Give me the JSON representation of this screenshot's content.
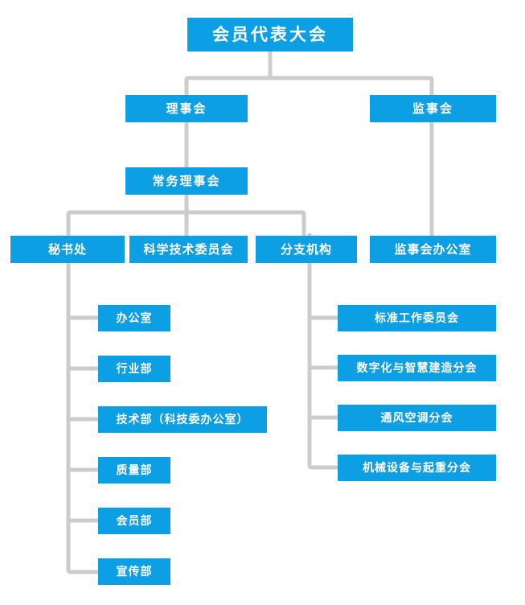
{
  "diagram": {
    "type": "organization-chart",
    "language": "zh-CN",
    "colors": {
      "node_fill": "#0d9fe4",
      "node_text": "#ffffff",
      "connector": "#cccccc",
      "background": "#ffffff"
    },
    "root": {
      "label": "会员代表大会"
    },
    "level2": [
      {
        "label": "理事会"
      },
      {
        "label": "监事会"
      }
    ],
    "level3": [
      {
        "label": "常务理事会"
      }
    ],
    "level4": [
      {
        "label": "秘书处"
      },
      {
        "label": "科学技术委员会"
      },
      {
        "label": "分支机构"
      },
      {
        "label": "监事会办公室"
      }
    ],
    "secretariat_departments": [
      {
        "label": "办公室"
      },
      {
        "label": "行业部"
      },
      {
        "label": "技术部（科技委办公室）"
      },
      {
        "label": "质量部"
      },
      {
        "label": "会员部"
      },
      {
        "label": "宣传部"
      }
    ],
    "branch_organizations": [
      {
        "label": "标准工作委员会"
      },
      {
        "label": "数字化与智慧建造分会"
      },
      {
        "label": "通风空调分会"
      },
      {
        "label": "机械设备与起重分会"
      }
    ]
  }
}
